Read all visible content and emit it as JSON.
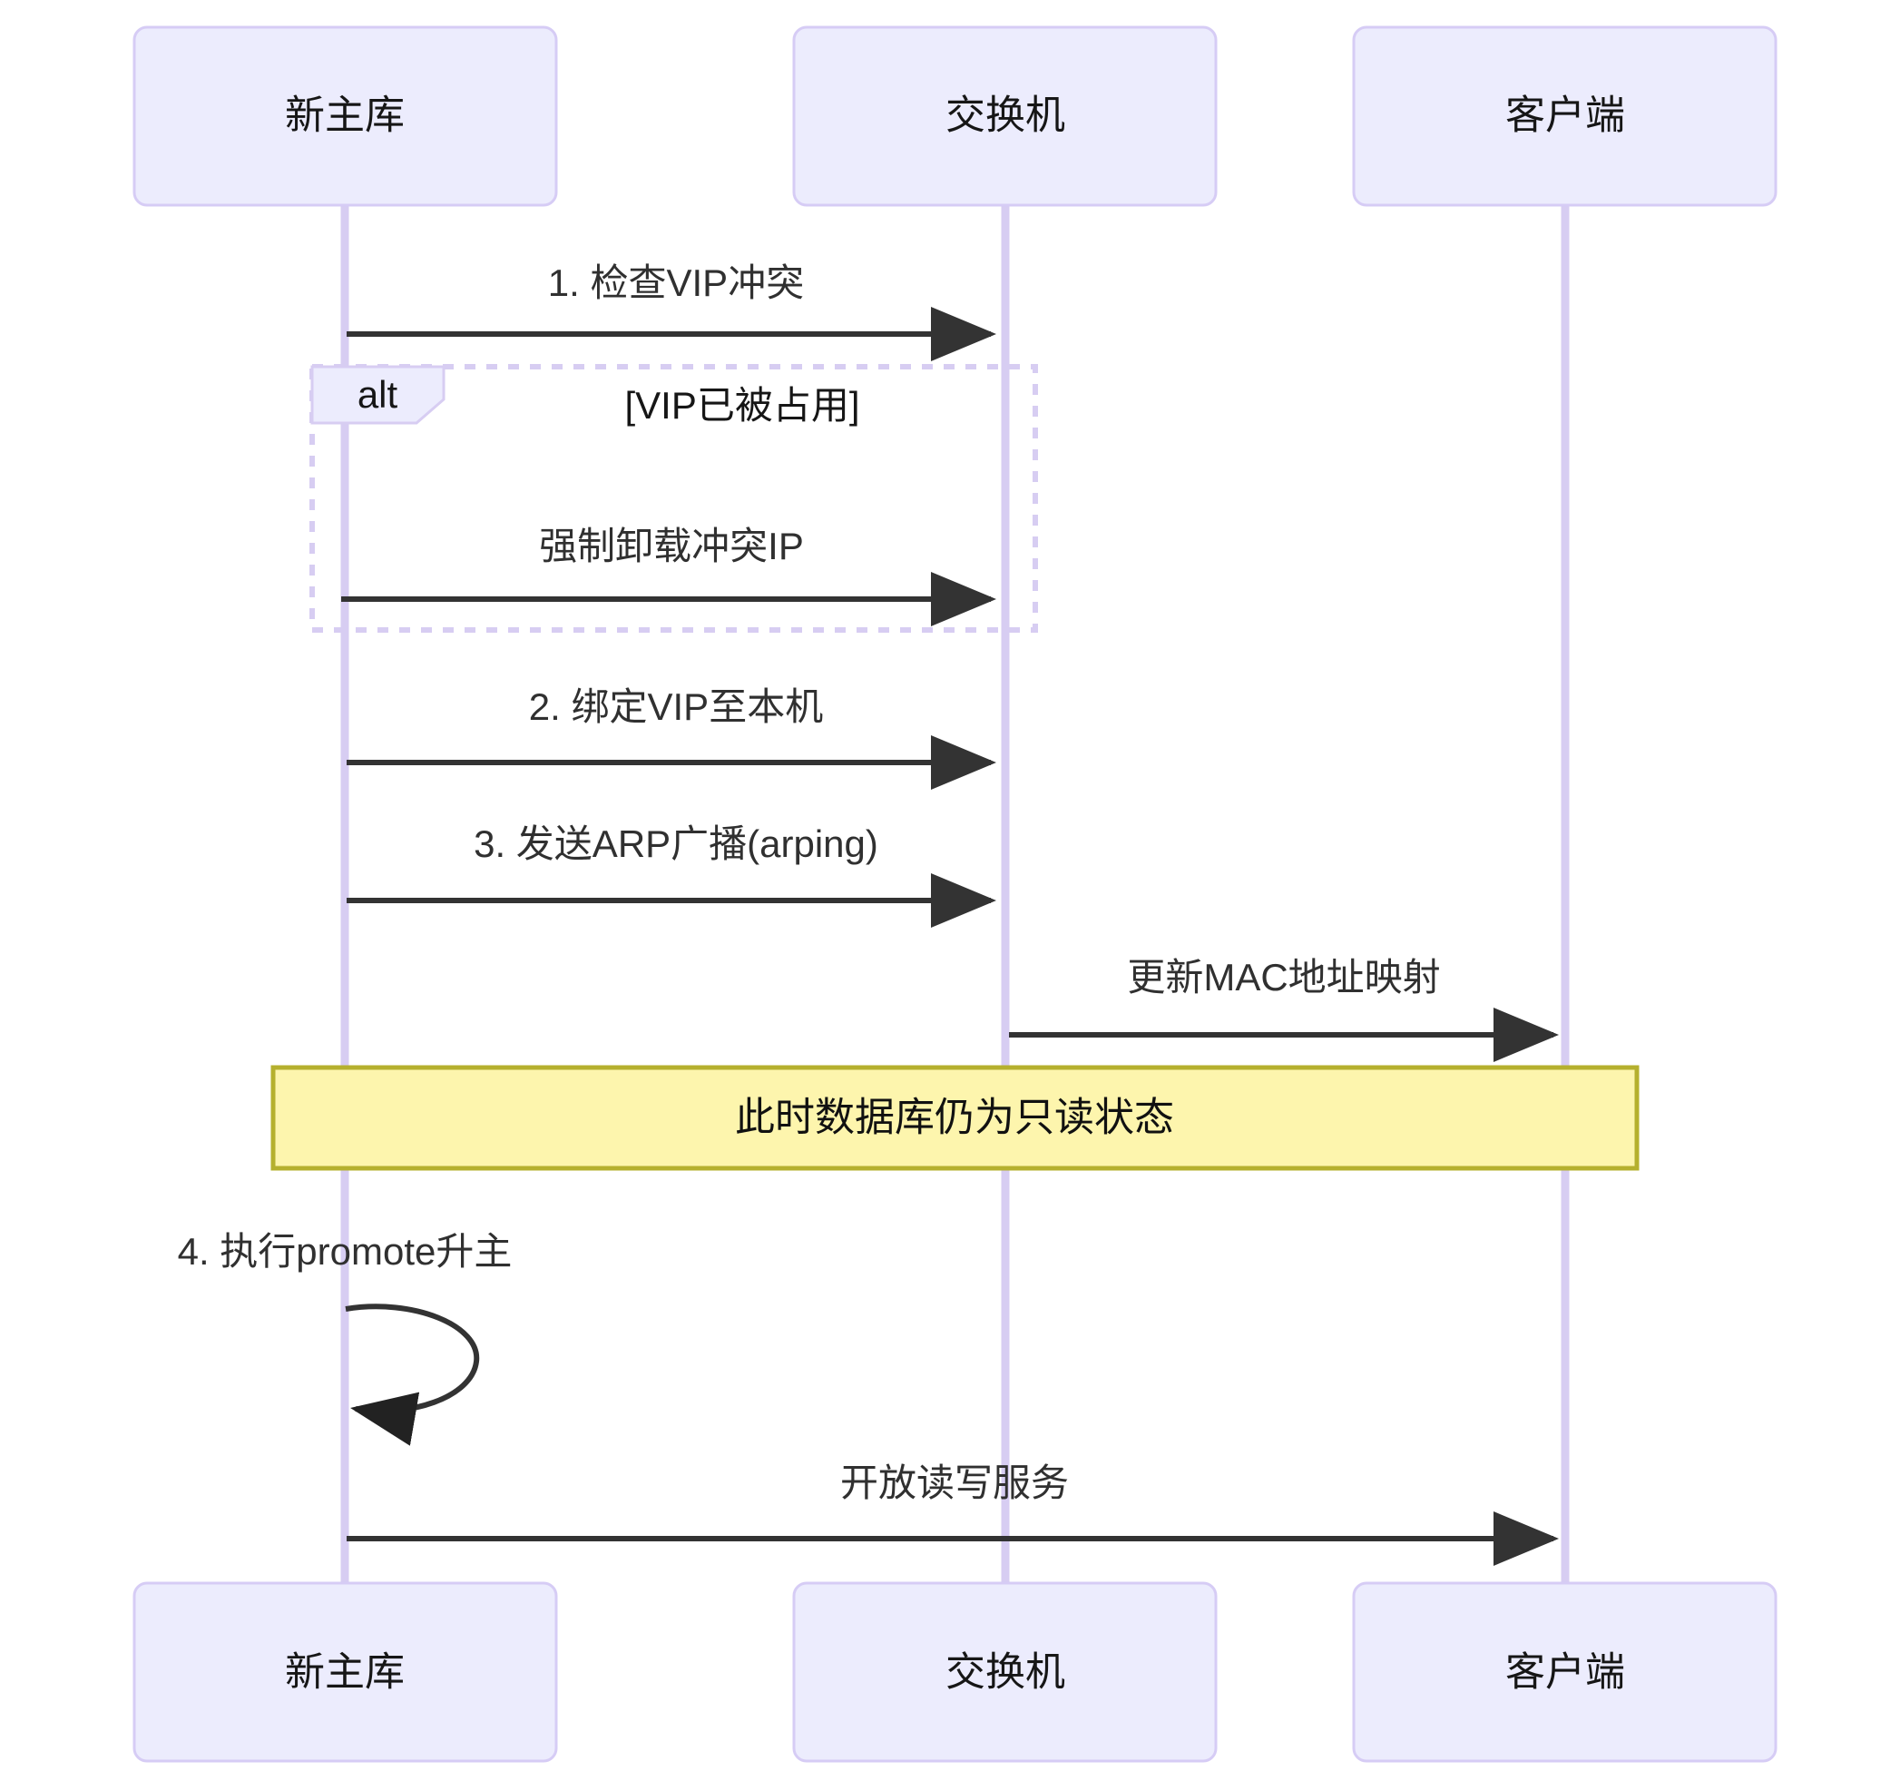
{
  "diagram": {
    "type": "sequence-diagram",
    "title": "",
    "colors": {
      "participant_fill": "#ececfd",
      "participant_stroke": "#d6ccf5",
      "lifeline": "#d7cdf2",
      "arrow": "#333333",
      "note_fill": "#fdf5ad",
      "note_stroke": "#b5b02e",
      "text": "#161616"
    },
    "participants": [
      {
        "id": "master",
        "label": "新主库"
      },
      {
        "id": "switch",
        "label": "交换机"
      },
      {
        "id": "client",
        "label": "客户端"
      }
    ],
    "messages": [
      {
        "index": "1",
        "label": "1. 检查VIP冲突",
        "from": "master",
        "to": "switch",
        "kind": "solid-arrow"
      },
      {
        "index": "2",
        "label": "强制卸载冲突IP",
        "from": "master",
        "to": "switch",
        "kind": "solid-arrow",
        "inside_block": "alt"
      },
      {
        "index": "3",
        "label": "2. 绑定VIP至本机",
        "from": "master",
        "to": "switch",
        "kind": "solid-arrow"
      },
      {
        "index": "4",
        "label": "3. 发送ARP广播(arping)",
        "from": "master",
        "to": "switch",
        "kind": "solid-arrow"
      },
      {
        "index": "5",
        "label": "更新MAC地址映射",
        "from": "switch",
        "to": "client",
        "kind": "solid-arrow"
      },
      {
        "index": "6",
        "label": "4. 执行promote升主",
        "from": "master",
        "to": "master",
        "kind": "self-loop"
      },
      {
        "index": "7",
        "label": "开放读写服务",
        "from": "master",
        "to": "client",
        "kind": "solid-arrow"
      }
    ],
    "blocks": [
      {
        "type": "alt",
        "tab_label": "alt",
        "condition_label": "[VIP已被占用]"
      }
    ],
    "notes": [
      {
        "text": "此时数据库仍为只读状态",
        "placement": "over-all"
      }
    ]
  }
}
